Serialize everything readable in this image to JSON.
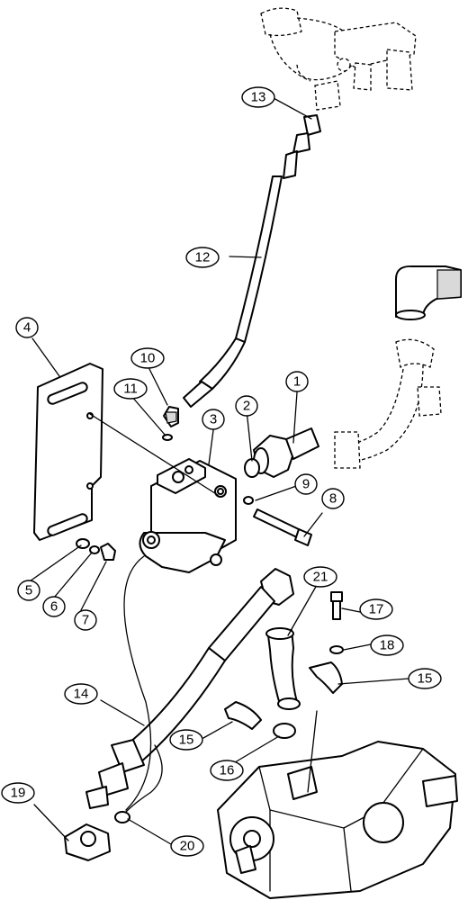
{
  "callouts": [
    {
      "id": "1",
      "label": "1"
    },
    {
      "id": "2",
      "label": "2"
    },
    {
      "id": "3",
      "label": "3"
    },
    {
      "id": "4",
      "label": "4"
    },
    {
      "id": "5",
      "label": "5"
    },
    {
      "id": "6",
      "label": "6"
    },
    {
      "id": "7",
      "label": "7"
    },
    {
      "id": "8",
      "label": "8"
    },
    {
      "id": "9",
      "label": "9"
    },
    {
      "id": "10",
      "label": "10"
    },
    {
      "id": "11",
      "label": "11"
    },
    {
      "id": "12",
      "label": "12"
    },
    {
      "id": "13",
      "label": "13"
    },
    {
      "id": "14",
      "label": "14"
    },
    {
      "id": "15a",
      "label": "15"
    },
    {
      "id": "15b",
      "label": "15"
    },
    {
      "id": "16",
      "label": "16"
    },
    {
      "id": "17",
      "label": "17"
    },
    {
      "id": "18",
      "label": "18"
    },
    {
      "id": "19",
      "label": "19"
    },
    {
      "id": "20",
      "label": "20"
    },
    {
      "id": "21",
      "label": "21"
    }
  ]
}
